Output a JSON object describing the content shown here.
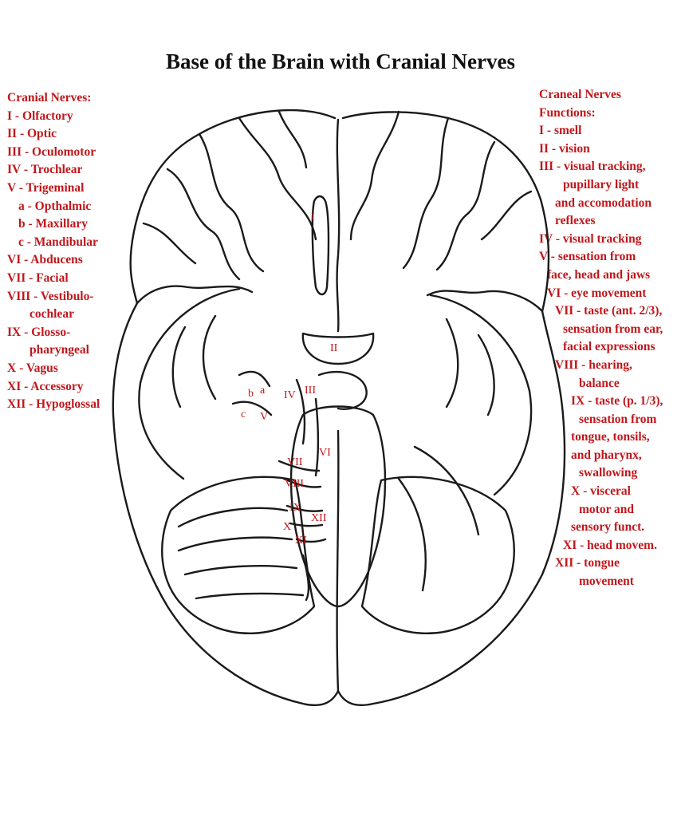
{
  "title": "Base of the Brain with Cranial Nerves",
  "left_legend": [
    {
      "text": "Cranial Nerves:",
      "indent": 0
    },
    {
      "text": "I - Olfactory",
      "indent": 0
    },
    {
      "text": "II - Optic",
      "indent": 0
    },
    {
      "text": "III - Oculomotor",
      "indent": 0
    },
    {
      "text": "IV - Trochlear",
      "indent": 0
    },
    {
      "text": "V - Trigeminal",
      "indent": 0
    },
    {
      "text": "a - Opthalmic",
      "indent": 1
    },
    {
      "text": "b - Maxillary",
      "indent": 1
    },
    {
      "text": "c - Mandibular",
      "indent": 1
    },
    {
      "text": "VI - Abducens",
      "indent": 0
    },
    {
      "text": "VII - Facial",
      "indent": 0
    },
    {
      "text": "VIII - Vestibulo-",
      "indent": 0
    },
    {
      "text": "cochlear",
      "indent": 2
    },
    {
      "text": "IX - Glosso-",
      "indent": 0
    },
    {
      "text": "pharyngeal",
      "indent": 2
    },
    {
      "text": "X - Vagus",
      "indent": 0
    },
    {
      "text": "XI - Accessory",
      "indent": 0
    },
    {
      "text": "XII - Hypoglossal",
      "indent": 0
    }
  ],
  "right_legend": [
    {
      "text": "Craneal Nerves",
      "indent": 0
    },
    {
      "text": "Functions:",
      "indent": 0
    },
    {
      "text": "I - smell",
      "indent": 0
    },
    {
      "text": "II - vision",
      "indent": 0
    },
    {
      "text": "III - visual tracking,",
      "indent": 0
    },
    {
      "text": "pupillary light",
      "indent": 3
    },
    {
      "text": "and accomodation",
      "indent": 2
    },
    {
      "text": "reflexes",
      "indent": 2
    },
    {
      "text": "IV - visual tracking",
      "indent": 0
    },
    {
      "text": "V - sensation from",
      "indent": 0
    },
    {
      "text": "face, head and jaws",
      "indent": 1
    },
    {
      "text": "VI - eye movement",
      "indent": 1
    },
    {
      "text": "VII - taste (ant. 2/3),",
      "indent": 2
    },
    {
      "text": "sensation from ear,",
      "indent": 3
    },
    {
      "text": "facial expressions",
      "indent": 3
    },
    {
      "text": "VIII - hearing,",
      "indent": 2
    },
    {
      "text": "balance",
      "indent": 5
    },
    {
      "text": "IX - taste (p. 1/3),",
      "indent": 4
    },
    {
      "text": "sensation from",
      "indent": 5
    },
    {
      "text": "tongue, tonsils,",
      "indent": 4
    },
    {
      "text": "and pharynx,",
      "indent": 4
    },
    {
      "text": "swallowing",
      "indent": 5
    },
    {
      "text": "X - visceral",
      "indent": 4
    },
    {
      "text": "motor and",
      "indent": 5
    },
    {
      "text": "sensory funct.",
      "indent": 4
    },
    {
      "text": "XI - head movem.",
      "indent": 3
    },
    {
      "text": "XII - tongue",
      "indent": 2
    },
    {
      "text": "movement",
      "indent": 5
    }
  ],
  "diagram_labels": {
    "I": "I",
    "II": "II",
    "III": "III",
    "IV": "IV",
    "V": "V",
    "a": "a",
    "b": "b",
    "c": "c",
    "VI": "VI",
    "VII": "VII",
    "VIII": "VIII",
    "IX": "IX",
    "X": "X",
    "XI": "XI",
    "XII": "XII"
  },
  "colors": {
    "label": "#c0171b",
    "line": "#1a1a1a",
    "title": "#111111"
  }
}
